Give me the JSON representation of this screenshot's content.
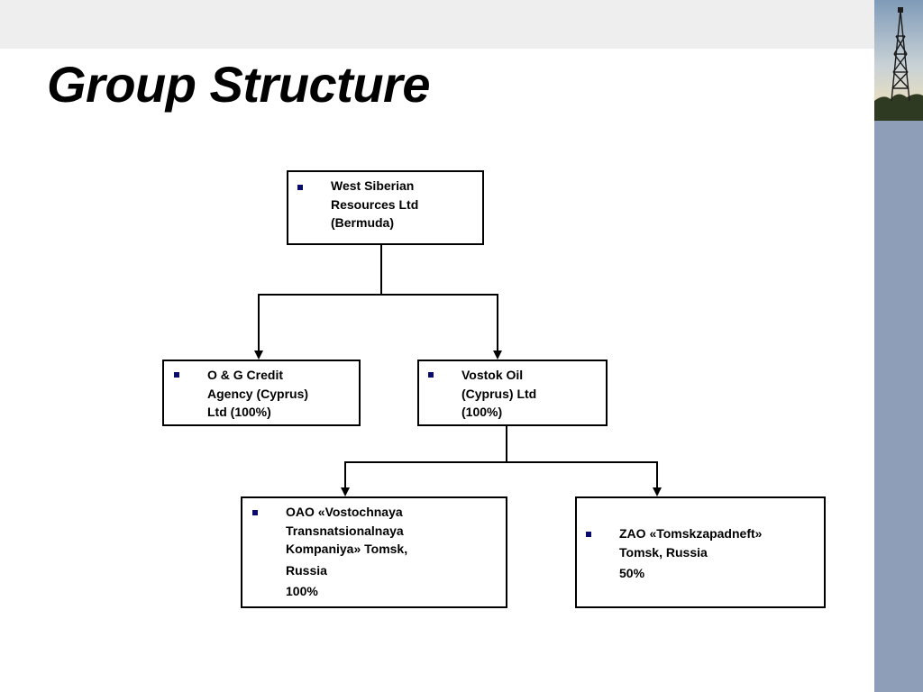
{
  "slide": {
    "title": "Group Structure",
    "bullet_color": "#0b0b6e",
    "sidebar_color": "#8e9db8"
  },
  "org": {
    "root": {
      "lines": [
        "West Siberian",
        "Resources Ltd",
        "(Bermuda)"
      ]
    },
    "og_credit": {
      "lines": [
        "O & G Credit",
        "Agency (Cyprus)",
        "Ltd  (100%)"
      ]
    },
    "vostok": {
      "lines": [
        "Vostok Oil",
        "(Cyprus) Ltd",
        "(100%)"
      ]
    },
    "vtk": {
      "lines": [
        "OAO «Vostochnaya",
        "Transnatsionalnaya",
        "Kompaniya» Tomsk,",
        "Russia",
        "100%"
      ]
    },
    "tomsk": {
      "lines": [
        "ZAO «Tomskzapadneft»",
        "Tomsk, Russia",
        "50%"
      ]
    }
  }
}
